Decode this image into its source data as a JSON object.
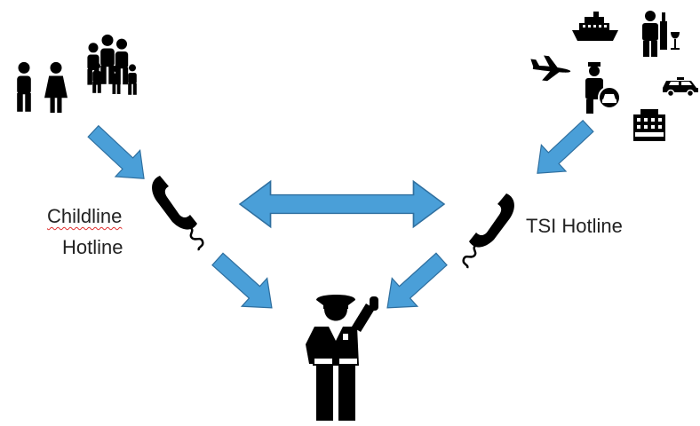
{
  "labels": {
    "childline_line1": "Childline",
    "childline_line2": "Hotline",
    "tsi": "TSI Hotline"
  },
  "colors": {
    "arrow_fill": "#4a9fd8",
    "arrow_stroke": "#2f6f9f",
    "icon": "#000000",
    "spellcheck_underline": "#e03030"
  },
  "icons": [
    "man-icon",
    "woman-icon",
    "family-group-icon",
    "cruise-ship-icon",
    "waiter-wine-icon",
    "airplane-icon",
    "taxi-driver-icon",
    "car-icon",
    "hotel-icon",
    "telephone-handset-icon",
    "police-officer-icon"
  ]
}
